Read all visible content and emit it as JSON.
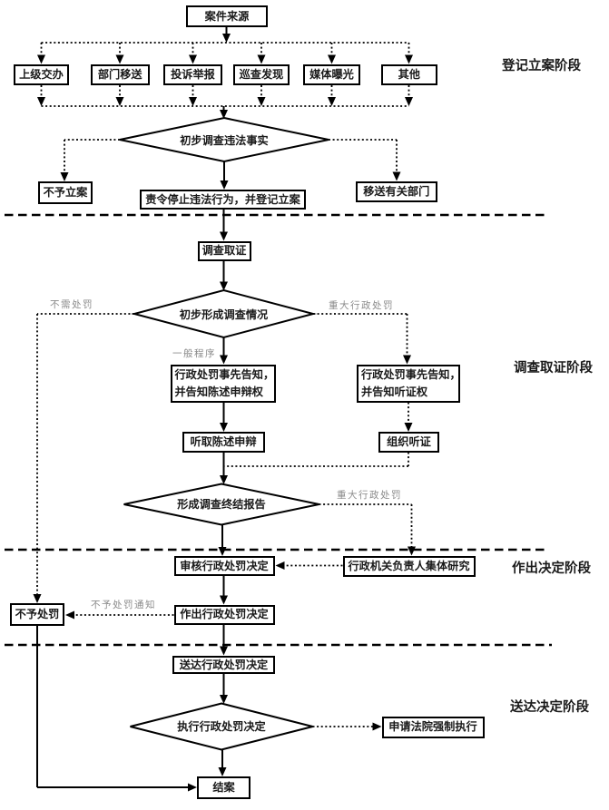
{
  "colors": {
    "line": "#000000",
    "text": "#1a1a1a",
    "muted_label": "#8a8a8a",
    "background": "#ffffff"
  },
  "stages": [
    {
      "label": "登记立案阶段"
    },
    {
      "label": "调查取证阶段"
    },
    {
      "label": "作出决定阶段"
    },
    {
      "label": "送达决定阶段"
    }
  ],
  "nodes": {
    "case_source": "案件来源",
    "sources": [
      "上级交办",
      "部门移送",
      "投诉举报",
      "巡查发现",
      "媒体曝光",
      "其他"
    ],
    "d1": "初步调查违法事实",
    "no_filing": "不予立案",
    "order_stop": "责令停止违法行为，并登记立案",
    "transfer": "移送有关部门",
    "investigate": "调查取证",
    "d2": "初步形成调查情况",
    "notice_statement": {
      "line1": "行政处罚事先告知，",
      "line2": "并告知陈述申辩权"
    },
    "notice_hearing": {
      "line1": "行政处罚事先告知，",
      "line2": "并告知听证权"
    },
    "hear_statement": "听取陈述申辩",
    "organize_hearing": "组织听证",
    "d3": "形成调查终结报告",
    "review_decision": "审核行政处罚决定",
    "collective_research": "行政机关负责人集体研究",
    "no_penalty": "不予处罚",
    "make_decision": "作出行政处罚决定",
    "deliver_decision": "送达行政处罚决定",
    "d4": "执行行政处罚决定",
    "court_enforcement": "申请法院强制执行",
    "close_case": "结案"
  },
  "edge_labels": {
    "no_penalty_needed": "不需处罚",
    "major_penalty_d2": "重大行政处罚",
    "general_procedure": "一般程序",
    "major_penalty_d3": "重大行政处罚",
    "no_penalty_notice": "不予处罚通知"
  }
}
